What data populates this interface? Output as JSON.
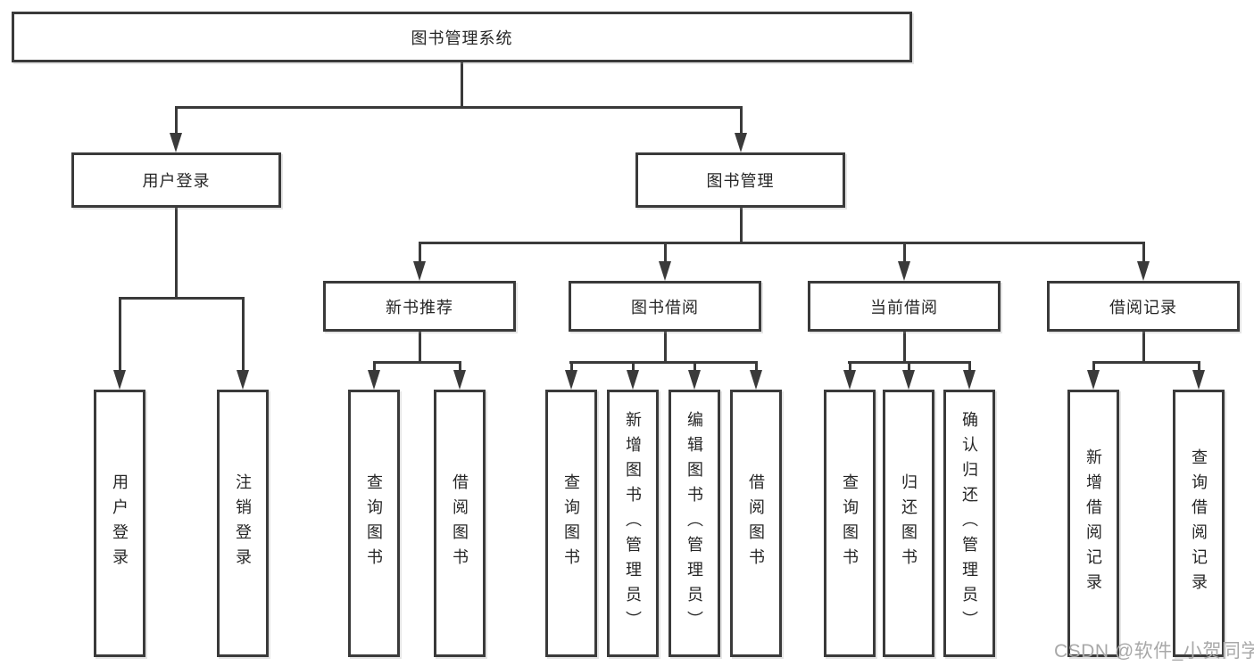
{
  "diagram": {
    "root": {
      "label": "图书管理系统"
    },
    "level2": {
      "userLogin": {
        "label": "用户登录"
      },
      "bookManagement": {
        "label": "图书管理"
      }
    },
    "level3": {
      "newBookRecommend": {
        "label": "新书推荐"
      },
      "bookBorrow": {
        "label": "图书借阅"
      },
      "currentBorrow": {
        "label": "当前借阅"
      },
      "borrowRecord": {
        "label": "借阅记录"
      }
    },
    "leaves": {
      "userLogin": [
        "用户登录",
        "注销登录"
      ],
      "newBook": [
        "查询图书",
        "借阅图书"
      ],
      "bookBorrow": [
        "查询图书",
        "新增图书（管理员）",
        "编辑图书（管理员）",
        "借阅图书"
      ],
      "currentBorrow": [
        "查询图书",
        "归还图书",
        "确认归还（管理员）"
      ],
      "borrowRecord": [
        "新增借阅记录",
        "查询借阅记录"
      ]
    },
    "colors": {
      "line": "#3a3a3a",
      "text": "#262626",
      "background": "#ffffff",
      "watermark": "#a8a8a8"
    },
    "watermark": "CSDN @软件_小贺同学"
  }
}
